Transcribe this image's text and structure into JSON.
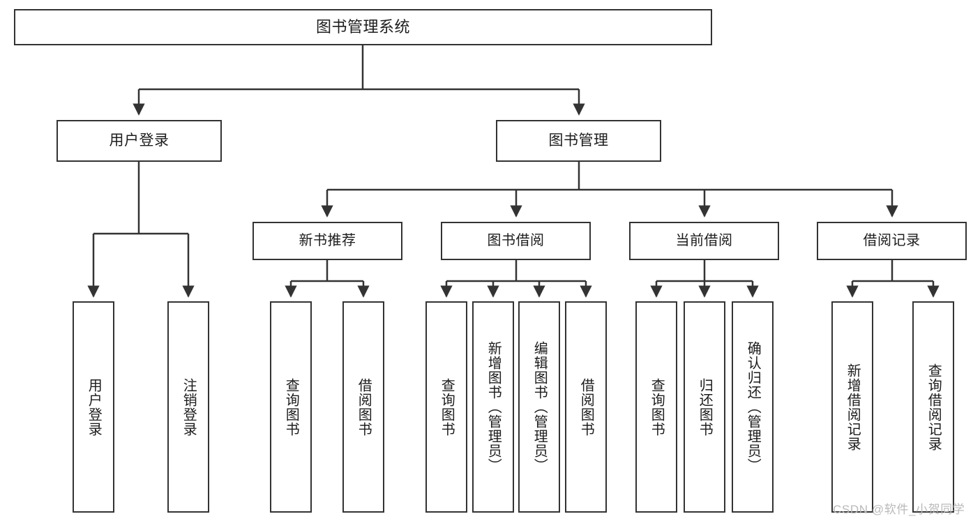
{
  "diagram": {
    "title": "图书管理系统",
    "type": "tree-hierarchy",
    "colors": {
      "box_border": "#333333",
      "box_fill": "#ffffff",
      "edge": "#333333",
      "text": "#1c1c1c",
      "watermark": "#b9b9b9",
      "background": "#ffffff"
    },
    "nodes": {
      "root": {
        "label": "图书管理系统"
      },
      "level1": [
        {
          "label": "用户登录"
        },
        {
          "label": "图书管理"
        }
      ],
      "level2": [
        {
          "label": "新书推荐"
        },
        {
          "label": "图书借阅"
        },
        {
          "label": "当前借阅"
        },
        {
          "label": "借阅记录"
        }
      ],
      "leaves": {
        "user_login": [
          {
            "label": "用户登录"
          },
          {
            "label": "注销登录"
          }
        ],
        "new_book_recommend": [
          {
            "label": "查询图书"
          },
          {
            "label": "借阅图书"
          }
        ],
        "book_borrow": [
          {
            "label": "查询图书"
          },
          {
            "label": "新增图书（管理员）"
          },
          {
            "label": "编辑图书（管理员）"
          },
          {
            "label": "借阅图书"
          }
        ],
        "current_borrow": [
          {
            "label": "查询图书"
          },
          {
            "label": "归还图书"
          },
          {
            "label": "确认归还（管理员）"
          }
        ],
        "borrow_record": [
          {
            "label": "新增借阅记录"
          },
          {
            "label": "查询借阅记录"
          }
        ]
      }
    }
  },
  "watermark": {
    "text": "CSDN @软件_小贺同学"
  }
}
